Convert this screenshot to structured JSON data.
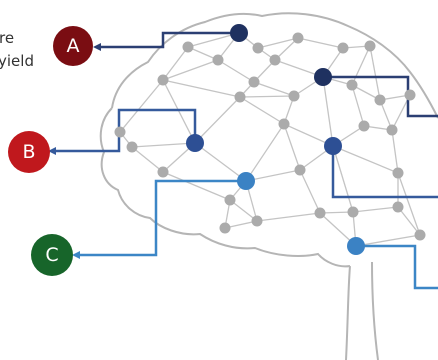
{
  "text_fragments": [
    "re",
    "yield"
  ],
  "badges": [
    {
      "label": "A",
      "color": "#7a0d12"
    },
    {
      "label": "B",
      "color": "#c0181d"
    },
    {
      "label": "C",
      "color": "#17652a"
    }
  ],
  "colors": {
    "brain_outline": "#b5b5b5",
    "mesh": "#c4c4c4",
    "gray_node": "#ababab",
    "navy_node": "#1f3160",
    "mid_blue_node": "#2d4f94",
    "light_blue_node": "#3b82c4",
    "connector_navy": "#2b3f73",
    "connector_mid": "#355a9c",
    "connector_light": "#3c86c6"
  }
}
